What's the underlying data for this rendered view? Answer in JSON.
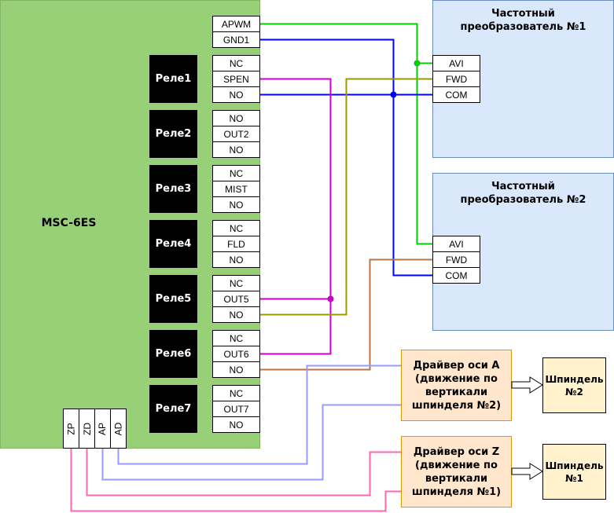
{
  "controller": {
    "label": "MSC-6ES",
    "top_terminals": [
      "APWM",
      "GND1"
    ],
    "relays": [
      {
        "label": "Реле1",
        "terminals": [
          "NC",
          "SPEN",
          "NO"
        ]
      },
      {
        "label": "Реле2",
        "terminals": [
          "NO",
          "OUT2",
          "NO"
        ]
      },
      {
        "label": "Реле3",
        "terminals": [
          "NC",
          "MIST",
          "NO"
        ]
      },
      {
        "label": "Реле4",
        "terminals": [
          "NC",
          "FLD",
          "NO"
        ]
      },
      {
        "label": "Реле5",
        "terminals": [
          "NC",
          "OUT5",
          "NO"
        ]
      },
      {
        "label": "Реле6",
        "terminals": [
          "NC",
          "OUT6",
          "NO"
        ]
      },
      {
        "label": "Реле7",
        "terminals": [
          "NC",
          "OUT7",
          "NO"
        ]
      }
    ],
    "bottom_terminals": [
      "ZP",
      "ZD",
      "AP",
      "AD"
    ]
  },
  "vfds": [
    {
      "title_line1": "Частотный",
      "title_line2": "преобразователь №1",
      "terminals": [
        "AVI",
        "FWD",
        "COM"
      ]
    },
    {
      "title_line1": "Частотный",
      "title_line2": "преобразователь №2",
      "terminals": [
        "AVI",
        "FWD",
        "COM"
      ]
    }
  ],
  "drivers": [
    {
      "line1": "Драйвер оси A",
      "line2": "(движение по",
      "line3": "вертикали",
      "line4": "шпинделя №2)"
    },
    {
      "line1": "Драйвер оси Z",
      "line2": "(движение по",
      "line3": "вертикали",
      "line4": "шпинделя №1)"
    }
  ],
  "spindles": [
    {
      "line1": "Шпиндель",
      "line2": "№2"
    },
    {
      "line1": "Шпиндель",
      "line2": "№1"
    }
  ],
  "wire_colors": {
    "green": "#00cc00",
    "blue": "#0000ff",
    "magenta": "#cc00cc",
    "olive": "#999900",
    "brown": "#b7754a",
    "lightblue": "#9999ff",
    "pink": "#ff66b3"
  },
  "connections": [
    {
      "from": "APWM",
      "to": [
        "VFD1.AVI",
        "VFD2.AVI"
      ],
      "color": "green"
    },
    {
      "from": "GND1",
      "to": [
        "VFD1.COM",
        "VFD2.COM",
        "Реле1.NO"
      ],
      "color": "blue"
    },
    {
      "from": "SPEN",
      "to": [
        "OUT5",
        "OUT6"
      ],
      "color": "magenta"
    },
    {
      "from": "Реле5.NO",
      "to": [
        "VFD1.FWD"
      ],
      "color": "olive"
    },
    {
      "from": "Реле6.NO",
      "to": [
        "VFD2.FWD"
      ],
      "color": "brown"
    },
    {
      "from": "AD",
      "to": [
        "Драйвер оси A"
      ],
      "color": "lightblue"
    },
    {
      "from": "AP",
      "to": [
        "Драйвер оси A"
      ],
      "color": "lightblue"
    },
    {
      "from": "ZD",
      "to": [
        "Драйвер оси Z"
      ],
      "color": "pink"
    },
    {
      "from": "ZP",
      "to": [
        "Драйвер оси Z"
      ],
      "color": "pink"
    }
  ]
}
